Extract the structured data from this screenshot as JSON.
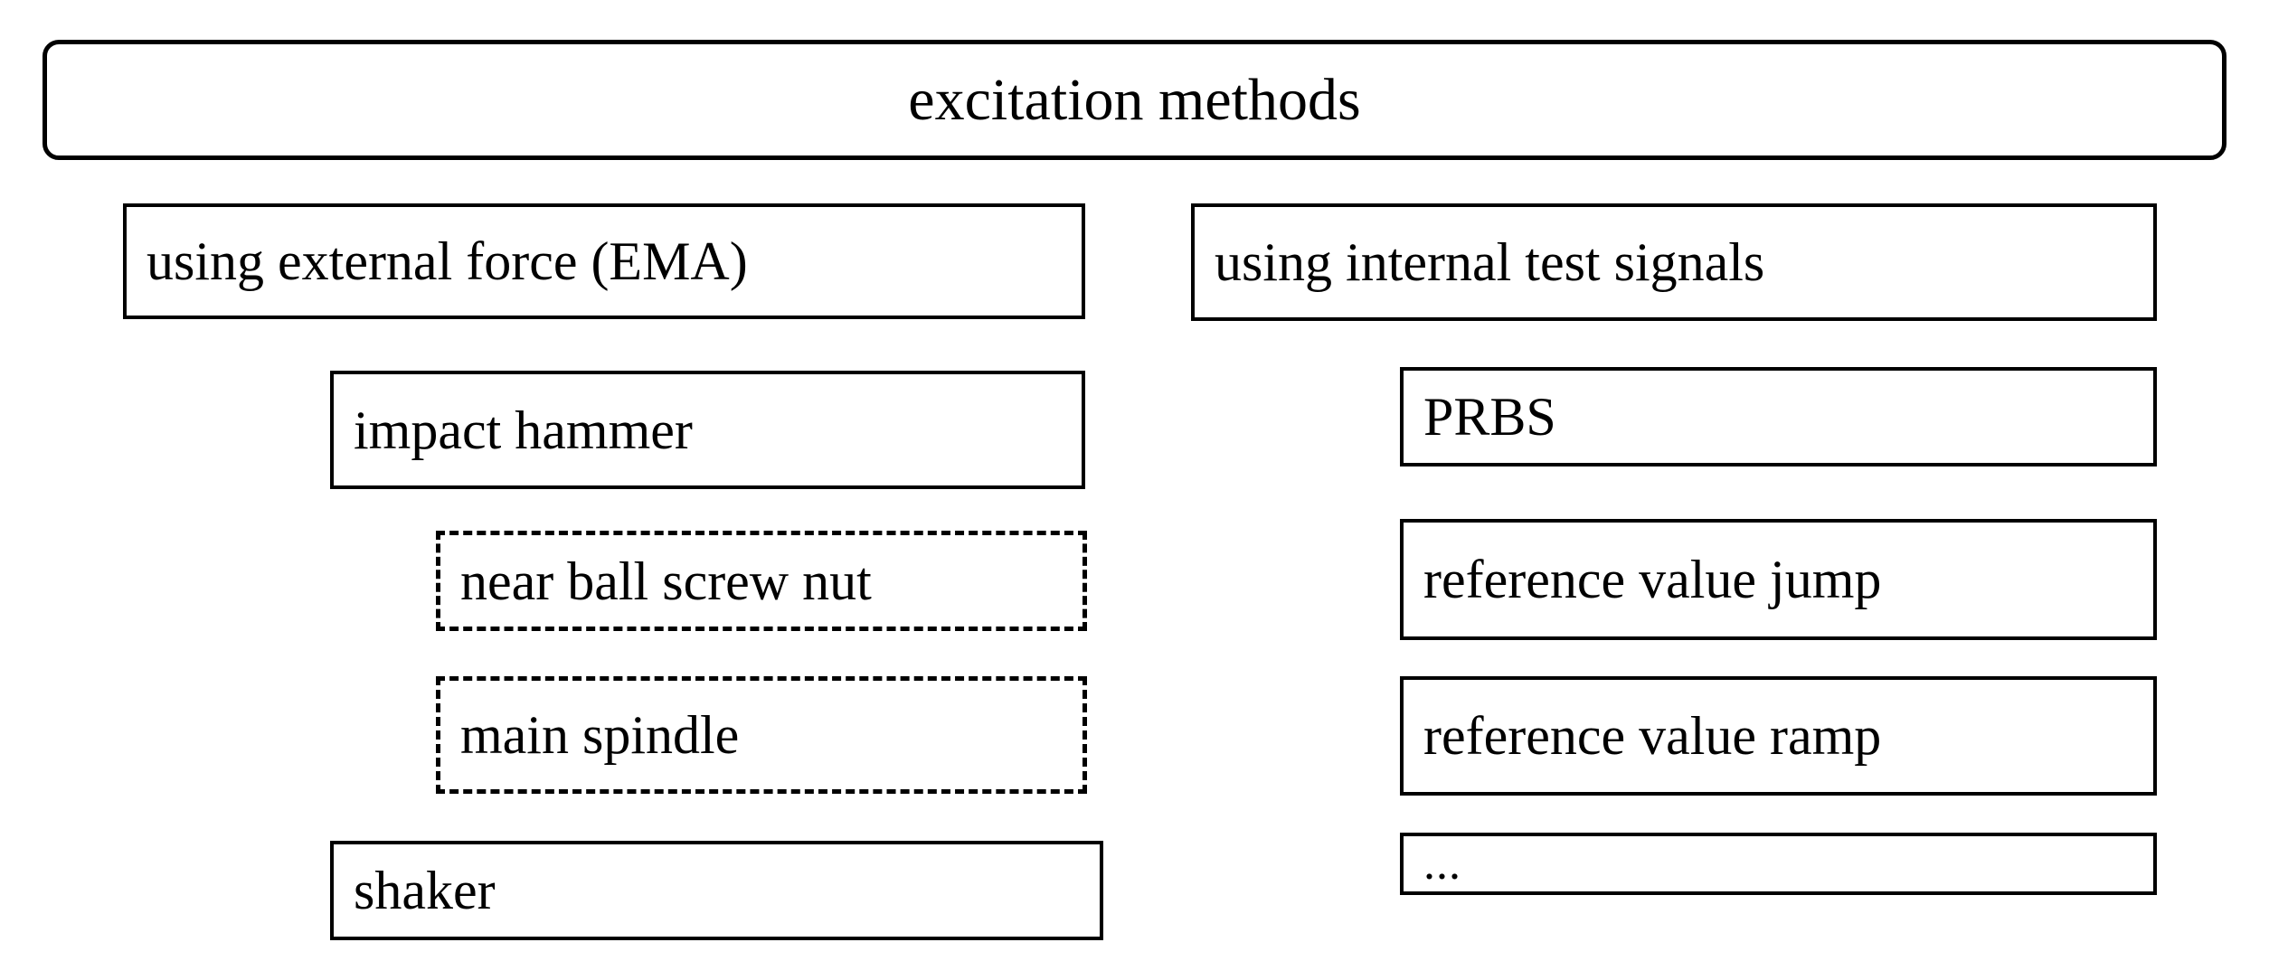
{
  "diagram": {
    "title": "excitation methods",
    "root": {
      "label": "excitation methods"
    },
    "columns": [
      {
        "name": "external-force",
        "heading": "using external force (EMA)",
        "items": [
          {
            "label": "impact hammer",
            "style": "solid"
          },
          {
            "label": "near ball screw nut",
            "style": "dashed"
          },
          {
            "label": "main spindle",
            "style": "dashed"
          },
          {
            "label": "shaker",
            "style": "solid"
          }
        ]
      },
      {
        "name": "internal-test-signals",
        "heading": "using internal test signals",
        "items": [
          {
            "label": "PRBS",
            "style": "solid"
          },
          {
            "label": "reference value jump",
            "style": "solid"
          },
          {
            "label": "reference value ramp",
            "style": "solid"
          },
          {
            "label": "...",
            "style": "solid"
          }
        ]
      }
    ],
    "colors": {
      "stroke": "#000000",
      "fill": "#ffffff",
      "text": "#000000"
    }
  }
}
